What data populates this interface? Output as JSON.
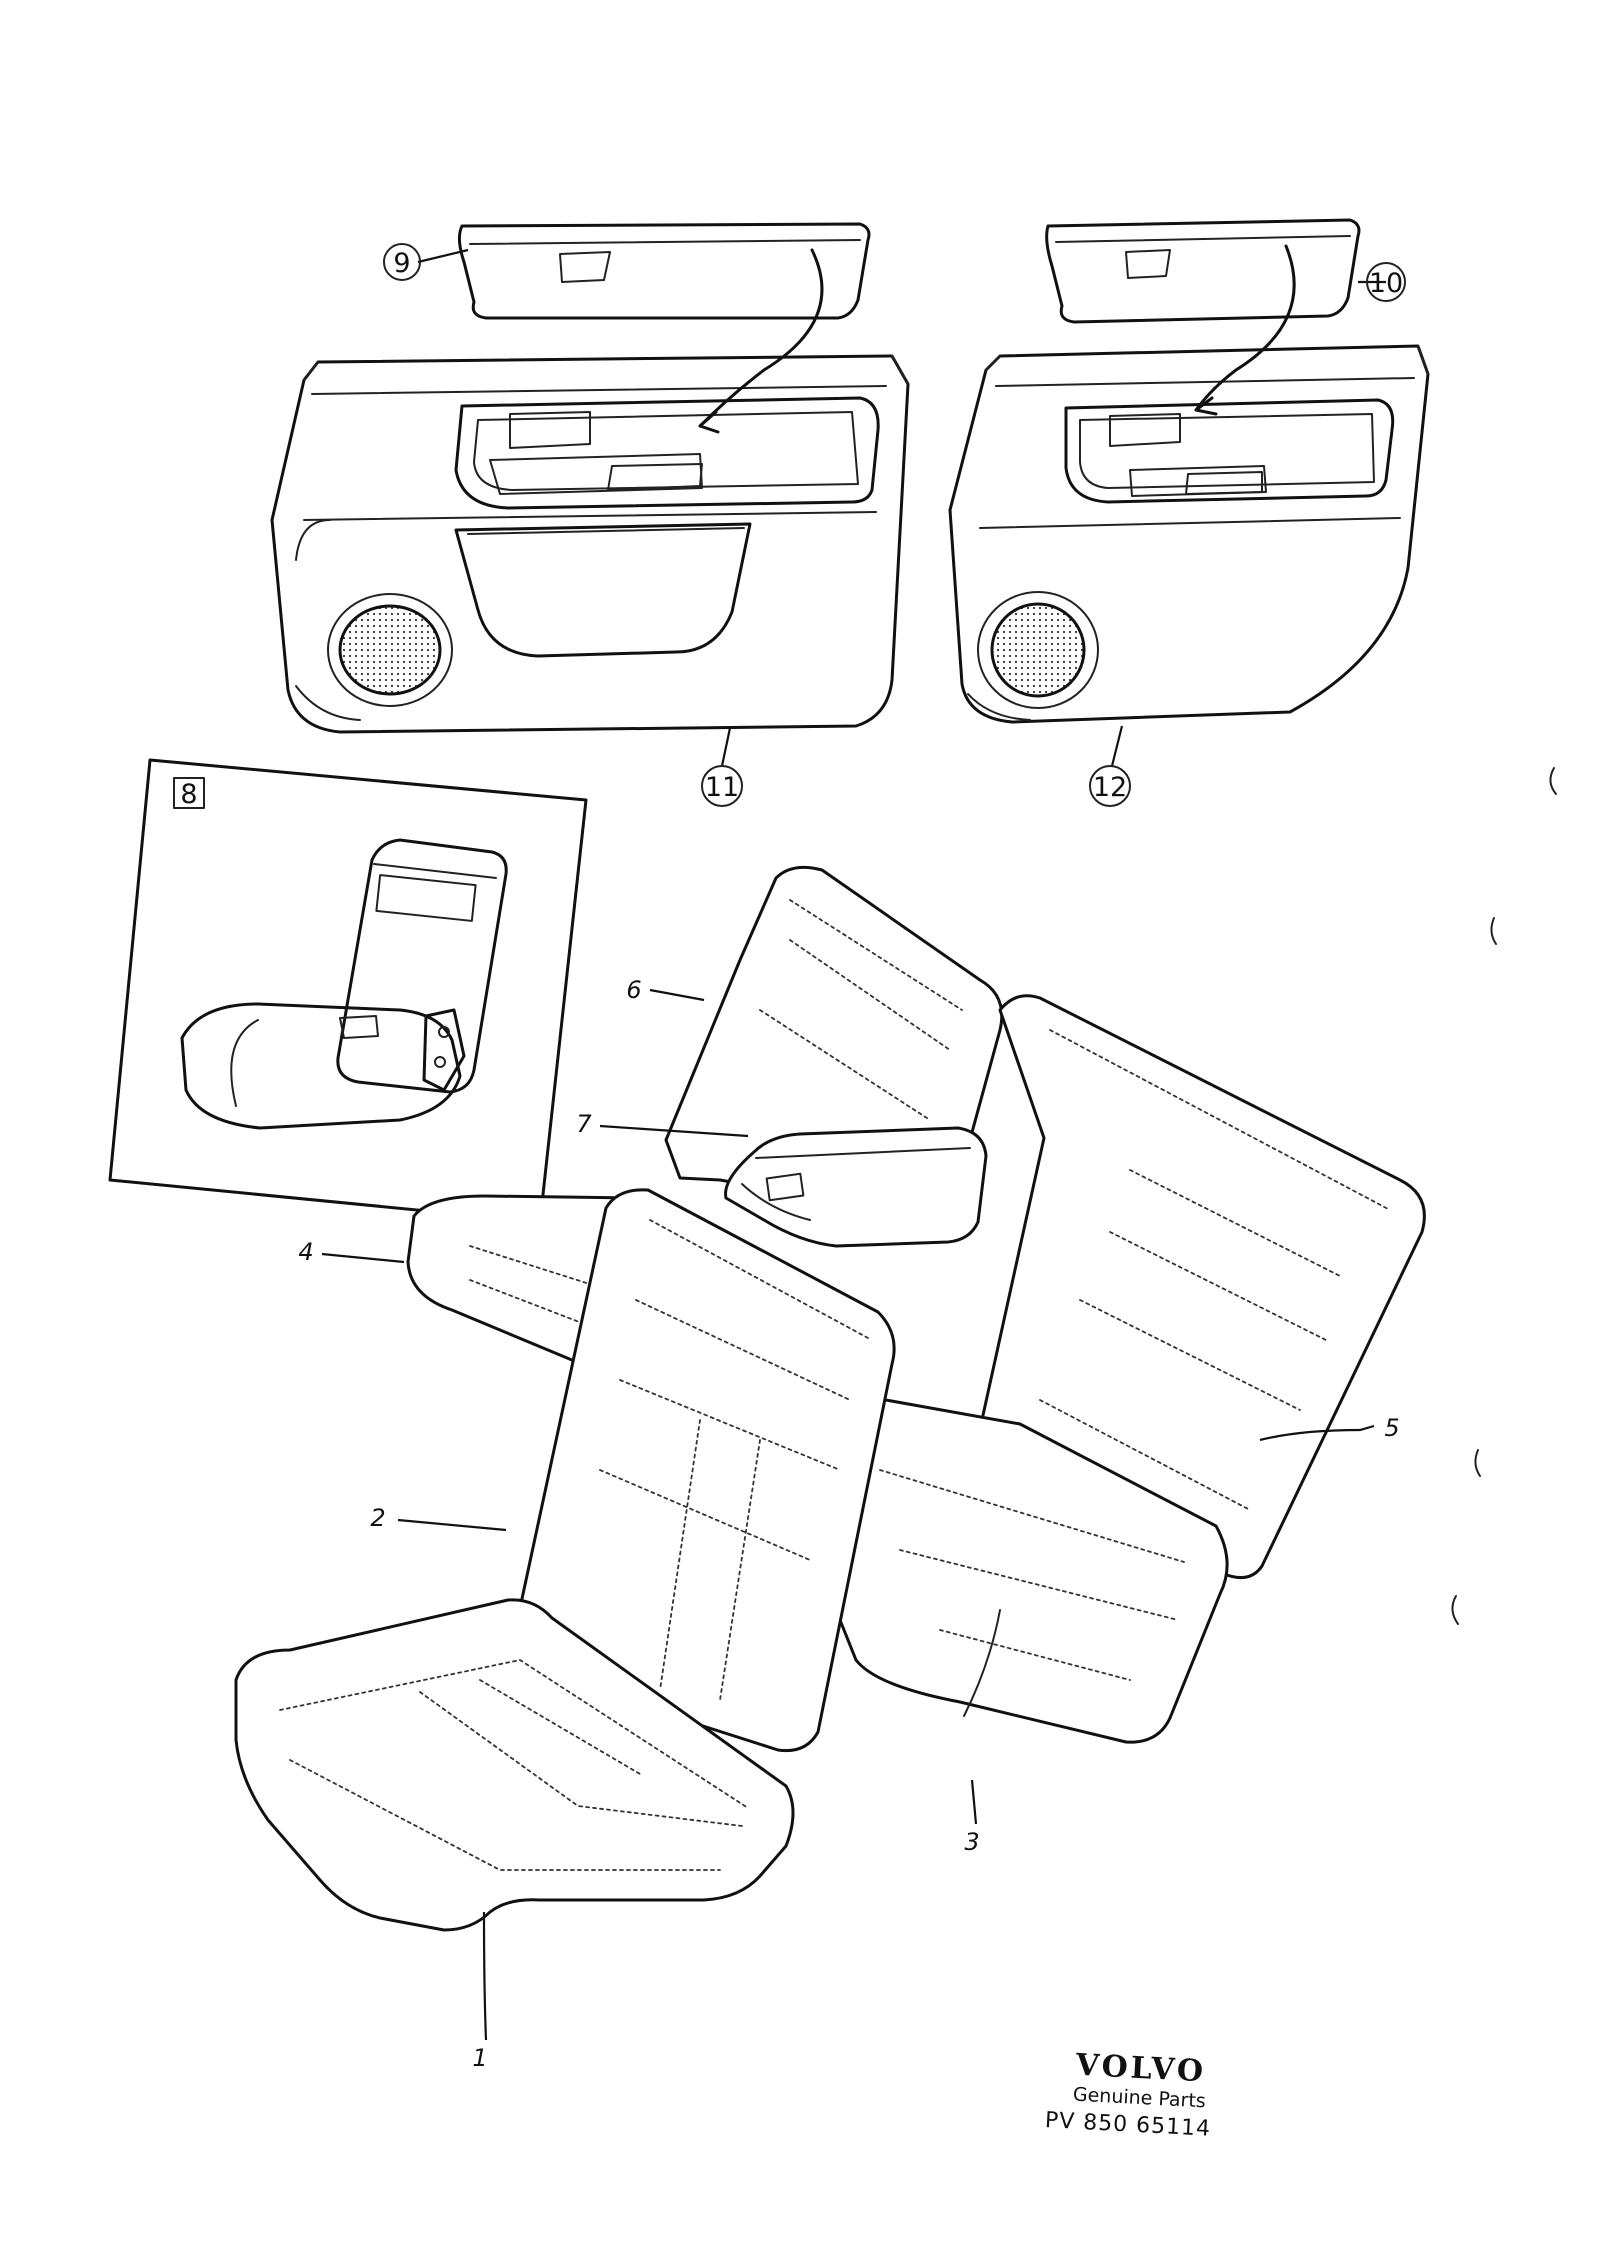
{
  "callouts": {
    "c1": "1",
    "c2": "2",
    "c3": "3",
    "c4": "4",
    "c5": "5",
    "c6": "6",
    "c7": "7",
    "c8": "8",
    "c9": "9",
    "c10": "10",
    "c11": "11",
    "c12": "12"
  },
  "footer": {
    "brand": "VOLVO",
    "subtitle": "Genuine Parts",
    "part_number": "PV 850 65114"
  }
}
